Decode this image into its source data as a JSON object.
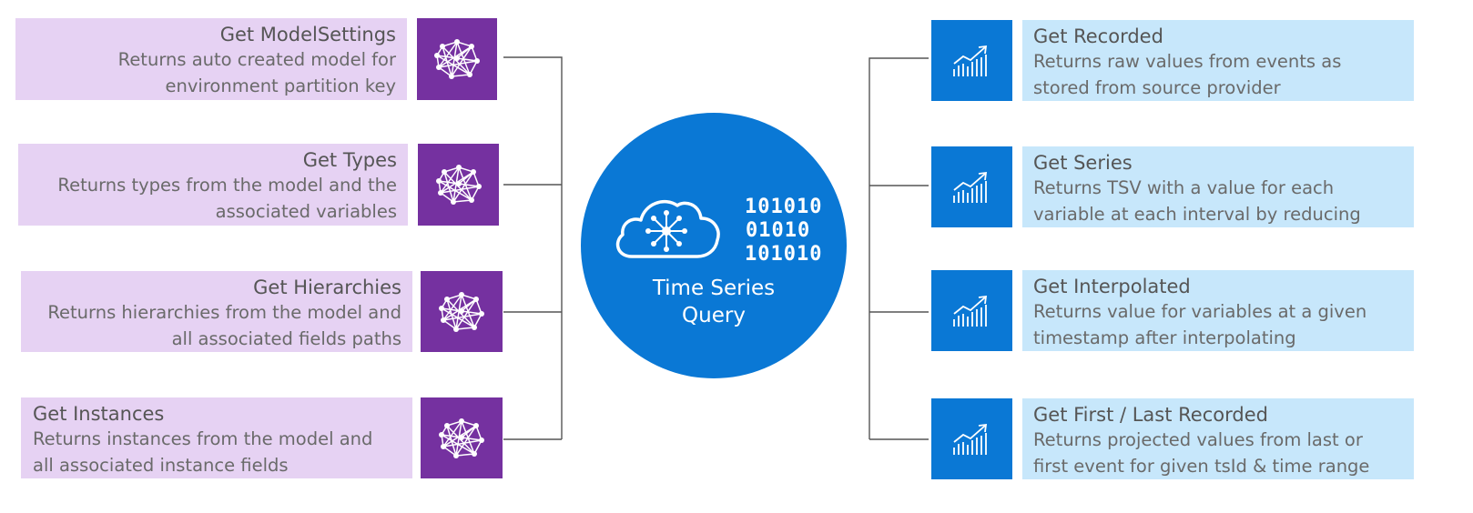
{
  "center": {
    "title_line1": "Time Series",
    "title_line2": "Query",
    "binary": [
      "101010",
      "01010",
      "101010"
    ],
    "icon": "cloud-network-icon"
  },
  "left_items": [
    {
      "title": "Get ModelSettings",
      "desc1": "Returns auto created model for",
      "desc2": "environment partition key",
      "icon": "network-graph-icon"
    },
    {
      "title": "Get Types",
      "desc1": "Returns types from the model and the",
      "desc2": "associated variables",
      "icon": "network-graph-icon"
    },
    {
      "title": "Get Hierarchies",
      "desc1": "Returns hierarchies from the model and",
      "desc2": "all associated fields paths",
      "icon": "network-graph-icon"
    },
    {
      "title": "Get Instances",
      "desc1": "Returns instances from the model and",
      "desc2": "all associated instance fields",
      "icon": "network-graph-icon"
    }
  ],
  "right_items": [
    {
      "title": "Get Recorded",
      "desc1": "Returns raw values from events as",
      "desc2": "stored from source provider",
      "icon": "trend-chart-icon"
    },
    {
      "title": "Get Series",
      "desc1": "Returns TSV with a value for each",
      "desc2": "variable at each interval by reducing",
      "icon": "trend-chart-icon"
    },
    {
      "title": "Get Interpolated",
      "desc1": "Returns value for variables at a given",
      "desc2": "timestamp after interpolating",
      "icon": "trend-chart-icon"
    },
    {
      "title": "Get First / Last Recorded",
      "desc1": "Returns projected values from last or",
      "desc2": "first event for given tsId & time range",
      "icon": "trend-chart-icon"
    }
  ],
  "colors": {
    "purple": "#7531a0",
    "purple_light": "#e6d2f3",
    "blue": "#0a78d5",
    "blue_light": "#c7e7fb",
    "text": "#5e5e5e",
    "connector": "#555555"
  }
}
